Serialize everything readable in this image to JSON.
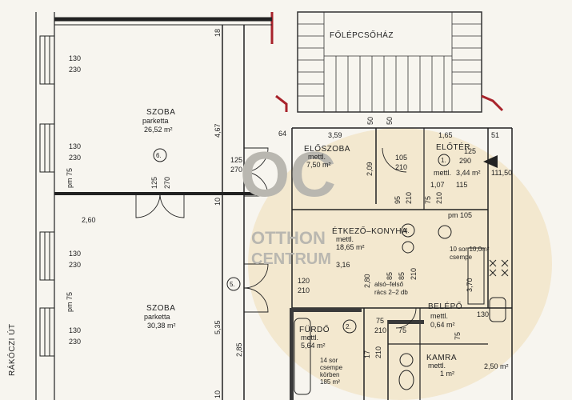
{
  "street": "RÁKÓCZI ÚT",
  "stairwell": "FŐLÉPCSŐHÁZ",
  "watermark": {
    "logo": "OC",
    "line1": "OTTHON",
    "line2": "CENTRUM"
  },
  "rooms": [
    {
      "number": "6.",
      "name": "SZOBA",
      "floor": "parketta",
      "area": "26,52 m²"
    },
    {
      "number": "5.",
      "name": "SZOBA",
      "floor": "parketta",
      "area": "30,38 m²"
    },
    {
      "number": "",
      "name": "ELŐSZOBA",
      "floor": "mettl.",
      "area": "7,50 m²"
    },
    {
      "number": "1.",
      "name": "ELŐTÉR",
      "floor": "mettl.",
      "area": "3,44 m²"
    },
    {
      "number": "4.",
      "name": "ÉTKEZŐ–KONYHA",
      "floor": "mettl.",
      "area": "18,65 m²"
    },
    {
      "number": "2.",
      "name": "FÜRDŐ",
      "floor": "mettl.",
      "area": "5,64 m²"
    },
    {
      "number": "",
      "name": "BELÉPŐ",
      "floor": "mettl.",
      "area": "0,64 m²"
    },
    {
      "number": "",
      "name": "KAMRA",
      "floor": "mettl.",
      "area": "1 m²"
    }
  ],
  "notes": {
    "bath_tiles": [
      "14 sor",
      "csempe",
      "körben",
      "185 m²"
    ],
    "kitchen_tiles": [
      "10 sor 10,0m²",
      "csempe"
    ],
    "vent": [
      "alsó–felső",
      "rács 2–2 db"
    ]
  },
  "dimensions": {
    "win1_a": "130",
    "win1_b": "230",
    "win2_a": "130",
    "win2_b": "230",
    "win3_a": "130",
    "win3_b": "230",
    "win4_a": "130",
    "win4_b": "230",
    "pm75_a": "pm 75",
    "pm75_b": "pm 75",
    "d467": "4,67",
    "d535": "5,35",
    "d285": "2,85",
    "d18": "18",
    "d10a": "10",
    "d10b": "10",
    "d125": "125",
    "d270": "270",
    "d125b": "125",
    "d270b": "270",
    "d260": "2,60",
    "d64": "64",
    "d359": "3,59",
    "d50a": "50",
    "d50b": "50",
    "d165": "1,65",
    "d51": "51",
    "d209": "2,09",
    "d105": "105",
    "d210": "210",
    "d125c": "125",
    "d290": "290",
    "d111": "111,50",
    "d107": "1,07",
    "d115": "115",
    "d95": "95",
    "d210b": "210",
    "d210c": "210",
    "d75": "75",
    "pm105": "pm 105",
    "d316": "3,16",
    "d120": "120",
    "d210d": "210",
    "d280": "2,80",
    "d85": "85",
    "d85b": "85",
    "d210e": "210",
    "d370": "3,70",
    "d75b": "75",
    "d210f": "210",
    "d75c": "75",
    "d130": "130",
    "d75d": "75",
    "d17": "17",
    "d210g": "210",
    "d250": "2,50 m²"
  }
}
